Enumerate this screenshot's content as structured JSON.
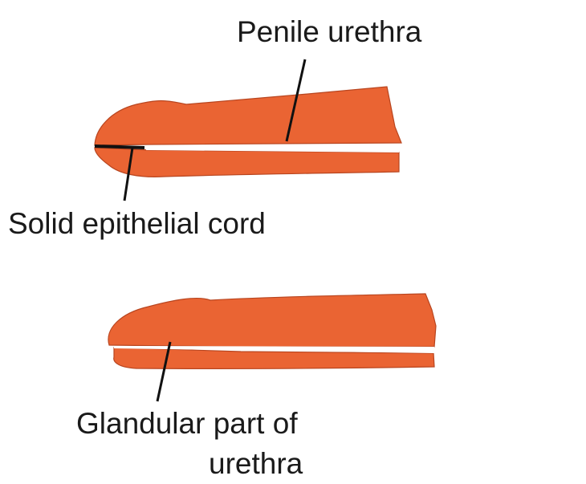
{
  "labels": {
    "penile_urethra": "Penile urethra",
    "solid_epithelial_cord": "Solid epithelial cord",
    "glandular_part_line1": "Glandular part of",
    "glandular_part_line2": "urethra"
  },
  "colors": {
    "tissue": "#ea6433",
    "tissue_edge": "#b8451f",
    "lumen": "#ffffff",
    "cord": "#111111",
    "text": "#1a1a1a"
  }
}
